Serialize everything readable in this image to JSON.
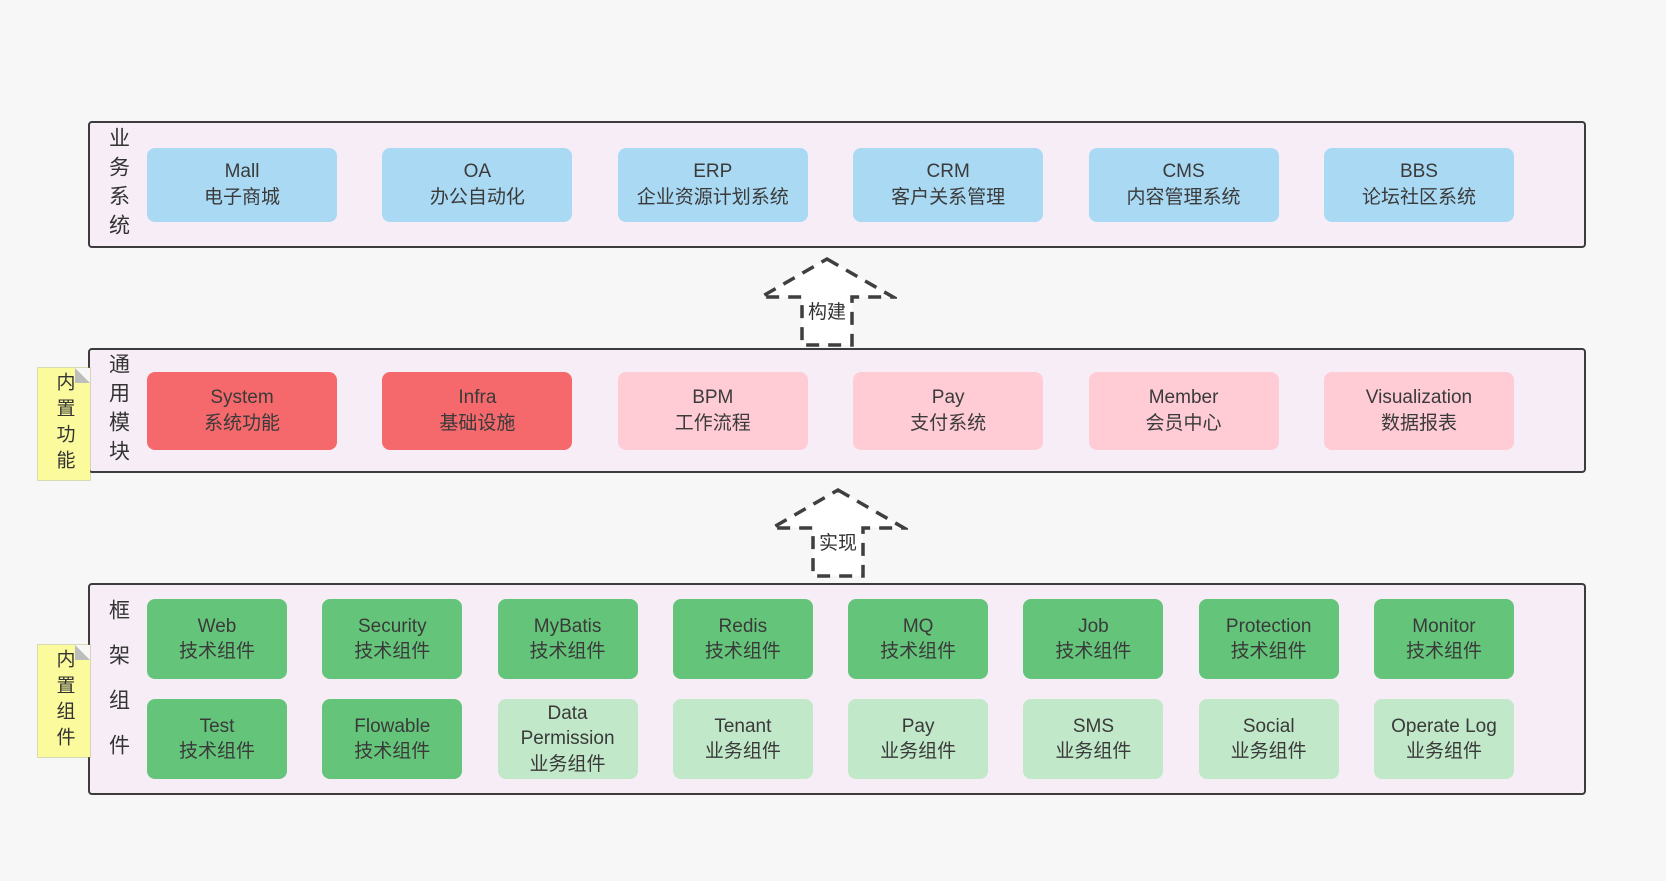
{
  "colors": {
    "page_bg": "#f7f7f7",
    "container_bg": "#f7edf6",
    "container_border": "#3c3c3c",
    "box_blue": "#aad9f4",
    "box_red": "#f5696c",
    "box_pink": "#ffccd6",
    "box_green": "#64c57a",
    "box_light_green": "#c1e8c8",
    "sticky_yellow": "#fbfa9d",
    "text": "#3a3a3a"
  },
  "arrows": [
    {
      "label": "构建"
    },
    {
      "label": "实现"
    }
  ],
  "layers": {
    "business": {
      "label": "业务系统",
      "boxes": [
        {
          "title": "Mall",
          "subtitle": "电子商城"
        },
        {
          "title": "OA",
          "subtitle": "办公自动化"
        },
        {
          "title": "ERP",
          "subtitle": "企业资源计划系统"
        },
        {
          "title": "CRM",
          "subtitle": "客户关系管理"
        },
        {
          "title": "CMS",
          "subtitle": "内容管理系统"
        },
        {
          "title": "BBS",
          "subtitle": "论坛社区系统"
        }
      ]
    },
    "modules": {
      "label": "通用模块",
      "sticky": "内置功能",
      "boxes": [
        {
          "title": "System",
          "subtitle": "系统功能",
          "variant": "red"
        },
        {
          "title": "Infra",
          "subtitle": "基础设施",
          "variant": "red"
        },
        {
          "title": "BPM",
          "subtitle": "工作流程",
          "variant": "pink"
        },
        {
          "title": "Pay",
          "subtitle": "支付系统",
          "variant": "pink"
        },
        {
          "title": "Member",
          "subtitle": "会员中心",
          "variant": "pink"
        },
        {
          "title": "Visualization",
          "subtitle": "数据报表",
          "variant": "pink"
        }
      ]
    },
    "components": {
      "label": "框架组件",
      "sticky": "内置组件",
      "row1": [
        {
          "title": "Web",
          "subtitle": "技术组件",
          "variant": "green"
        },
        {
          "title": "Security",
          "subtitle": "技术组件",
          "variant": "green"
        },
        {
          "title": "MyBatis",
          "subtitle": "技术组件",
          "variant": "green"
        },
        {
          "title": "Redis",
          "subtitle": "技术组件",
          "variant": "green"
        },
        {
          "title": "MQ",
          "subtitle": "技术组件",
          "variant": "green"
        },
        {
          "title": "Job",
          "subtitle": "技术组件",
          "variant": "green"
        },
        {
          "title": "Protection",
          "subtitle": "技术组件",
          "variant": "green"
        },
        {
          "title": "Monitor",
          "subtitle": "技术组件",
          "variant": "green"
        }
      ],
      "row2": [
        {
          "title": "Test",
          "subtitle": "技术组件",
          "variant": "green"
        },
        {
          "title": "Flowable",
          "subtitle": "技术组件",
          "variant": "green"
        },
        {
          "title": "Data Permission",
          "subtitle": "业务组件",
          "variant": "light-green"
        },
        {
          "title": "Tenant",
          "subtitle": "业务组件",
          "variant": "light-green"
        },
        {
          "title": "Pay",
          "subtitle": "业务组件",
          "variant": "light-green"
        },
        {
          "title": "SMS",
          "subtitle": "业务组件",
          "variant": "light-green"
        },
        {
          "title": "Social",
          "subtitle": "业务组件",
          "variant": "light-green"
        },
        {
          "title": "Operate Log",
          "subtitle": "业务组件",
          "variant": "light-green"
        }
      ]
    }
  }
}
